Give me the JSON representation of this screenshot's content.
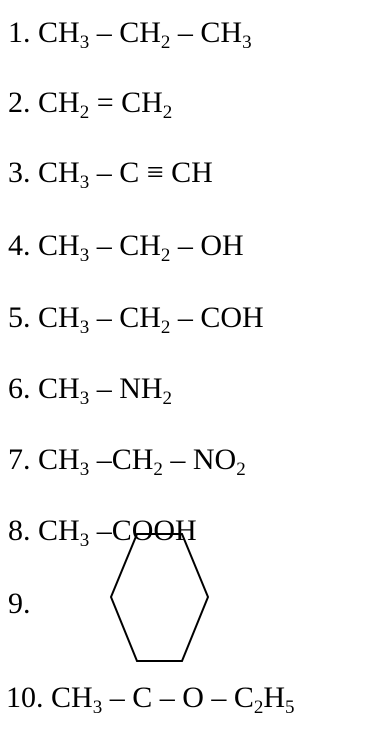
{
  "formulas": [
    {
      "number": "1.",
      "parts": [
        {
          "t": "CH"
        },
        {
          "s": "3"
        },
        {
          "t": " – CH"
        },
        {
          "s": "2"
        },
        {
          "t": " – CH"
        },
        {
          "s": "3"
        }
      ]
    },
    {
      "number": "2.",
      "parts": [
        {
          "t": "CH"
        },
        {
          "s": "2"
        },
        {
          "t": " = CH"
        },
        {
          "s": "2"
        }
      ]
    },
    {
      "number": "3.",
      "parts": [
        {
          "t": "CH"
        },
        {
          "s": "3"
        },
        {
          "t": " – C ≡ CH"
        }
      ]
    },
    {
      "number": "4.",
      "parts": [
        {
          "t": "CH"
        },
        {
          "s": "3"
        },
        {
          "t": " – CH"
        },
        {
          "s": "2"
        },
        {
          "t": " – OH"
        }
      ]
    },
    {
      "number": "5.",
      "parts": [
        {
          "t": "CH"
        },
        {
          "s": "3"
        },
        {
          "t": " – CH"
        },
        {
          "s": "2"
        },
        {
          "t": " – COH"
        }
      ]
    },
    {
      "number": "6.",
      "parts": [
        {
          "t": "CH"
        },
        {
          "s": "3"
        },
        {
          "t": " – NH"
        },
        {
          "s": "2"
        }
      ]
    },
    {
      "number": "7.",
      "parts": [
        {
          "t": "CH"
        },
        {
          "s": "3"
        },
        {
          "t": " –CH"
        },
        {
          "s": "2"
        },
        {
          "t": " – NO"
        },
        {
          "s": "2"
        }
      ]
    },
    {
      "number": "8.",
      "parts": [
        {
          "t": "CH"
        },
        {
          "s": "3"
        },
        {
          "t": " –COOH"
        }
      ]
    },
    {
      "number": "9.",
      "parts": []
    },
    {
      "number": "10.",
      "parts": [
        {
          "t": " CH"
        },
        {
          "s": "3"
        },
        {
          "t": " – C – O – C"
        },
        {
          "s": "2"
        },
        {
          "t": "H"
        },
        {
          "s": "5"
        }
      ]
    }
  ],
  "structure": {
    "name": "cyclohexane-ring",
    "stroke_color": "#000000"
  }
}
